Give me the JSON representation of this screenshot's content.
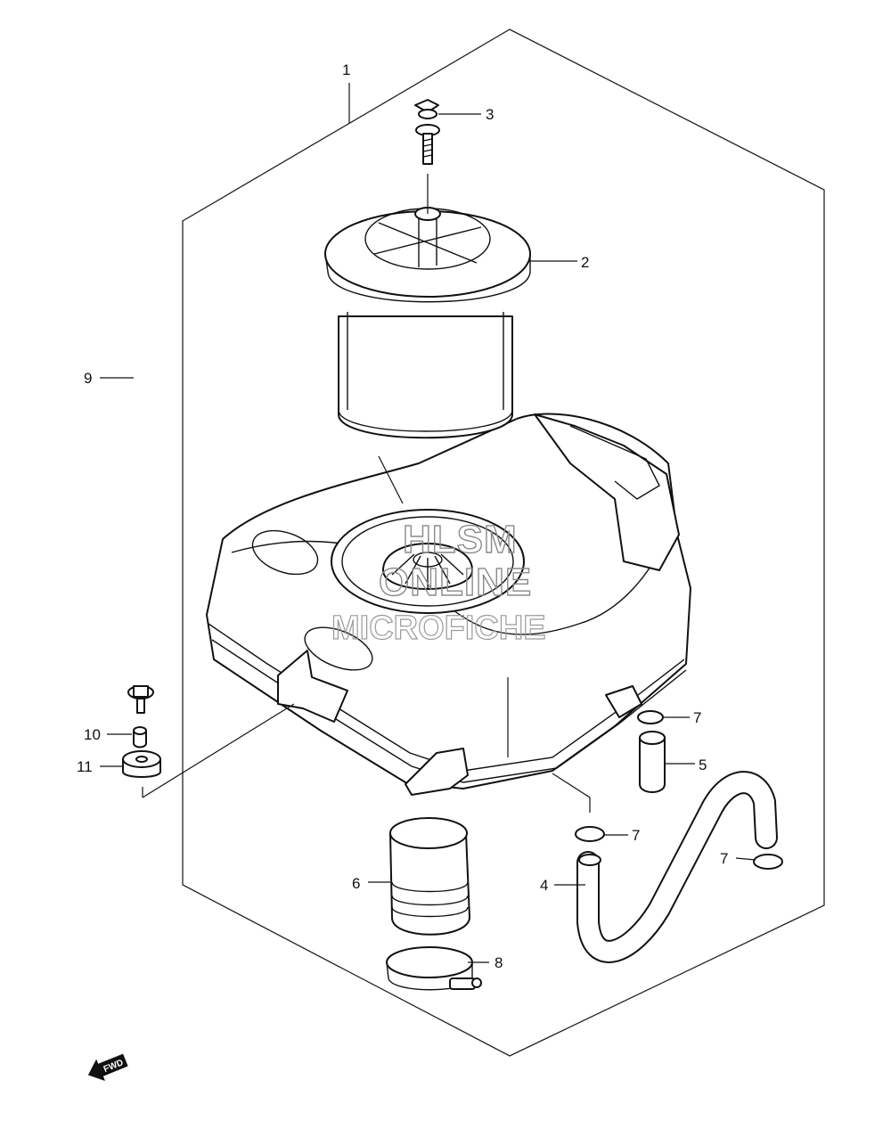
{
  "diagram": {
    "callouts": [
      {
        "id": "c1",
        "label": "1"
      },
      {
        "id": "c2",
        "label": "2"
      },
      {
        "id": "c3",
        "label": "3"
      },
      {
        "id": "c4",
        "label": "4"
      },
      {
        "id": "c5",
        "label": "5"
      },
      {
        "id": "c6",
        "label": "6"
      },
      {
        "id": "c7a",
        "label": "7"
      },
      {
        "id": "c7b",
        "label": "7"
      },
      {
        "id": "c7c",
        "label": "7"
      },
      {
        "id": "c8",
        "label": "8"
      },
      {
        "id": "c9",
        "label": "9"
      },
      {
        "id": "c10",
        "label": "10"
      },
      {
        "id": "c11",
        "label": "11"
      }
    ],
    "watermark": {
      "line1": "HLSM",
      "line2": "ONLINE",
      "line3": "MICROFICHE"
    },
    "direction_arrow": {
      "label": "FWD"
    }
  }
}
